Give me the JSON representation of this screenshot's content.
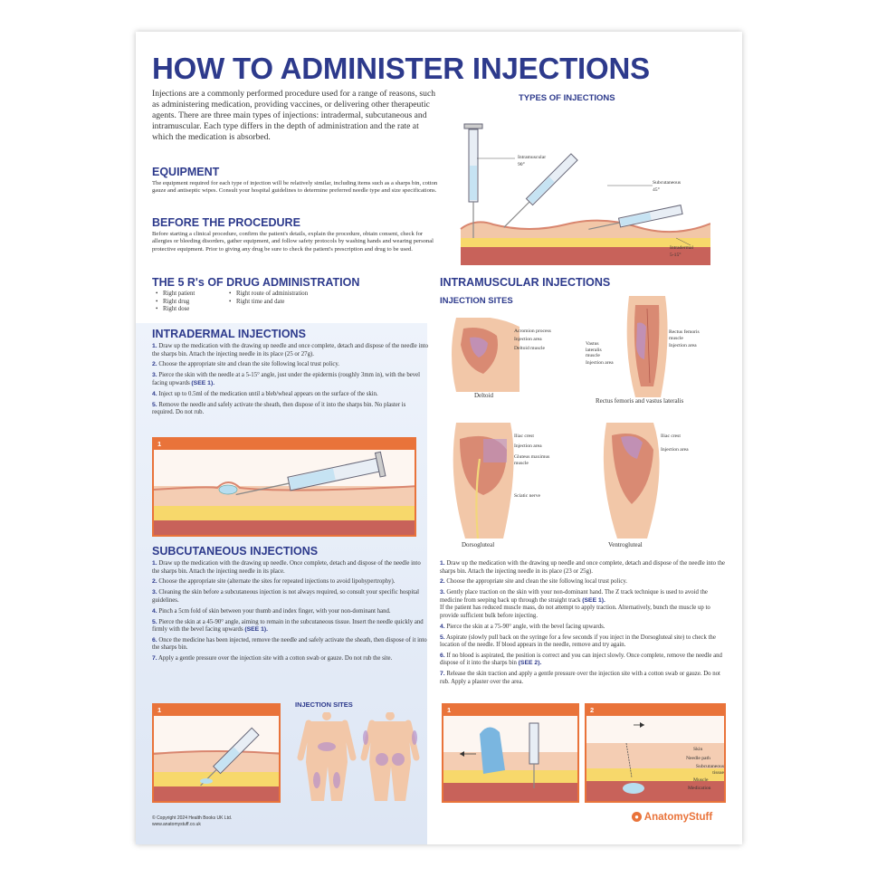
{
  "title": "HOW TO ADMINISTER INJECTIONS",
  "intro": "Injections are a commonly performed procedure used for a range of reasons, such as administering medication, providing vaccines, or delivering other therapeutic agents. There are three main types of injections: intradermal, subcutaneous and intramuscular. Each type differs in the depth of administration and the rate at which the medication is absorbed.",
  "equipment": {
    "heading": "EQUIPMENT",
    "text": "The equipment required for each type of injection will be relatively similar, including items such as a sharps bin, cotton gauze and antiseptic wipes. Consult your hospital guidelines to determine preferred needle type and size specifications."
  },
  "before": {
    "heading": "BEFORE THE PROCEDURE",
    "text": "Before starting a clinical procedure, confirm the patient's details, explain the procedure, obtain consent, check for allergies or bleeding disorders, gather equipment, and follow safety protocols by washing hands and wearing personal protective equipment. Prior to giving any drug be sure to check the patient's prescription and drug to be used."
  },
  "five_rs": {
    "heading": "THE 5 R's OF DRUG ADMINISTRATION",
    "col1": [
      "Right patient",
      "Right drug",
      "Right dose"
    ],
    "col2": [
      "Right route of administration",
      "Right time and date"
    ]
  },
  "types": {
    "heading": "TYPES OF INJECTIONS",
    "im_label": "Intramuscular",
    "im_angle": "90°",
    "sc_label": "Subcutaneous",
    "sc_angle": "45°",
    "id_label": "Intradermal",
    "id_angle": "5-15°"
  },
  "intradermal": {
    "heading": "INTRADERMAL INJECTIONS",
    "steps": [
      {
        "n": "1.",
        "t": "Draw up the medication with the drawing up needle and once complete, detach and dispose of the needle into the sharps bin. Attach the injecting needle in its place (25 or 27g).",
        "see": ""
      },
      {
        "n": "2.",
        "t": "Choose the appropriate site and clean the site following local trust policy.",
        "see": ""
      },
      {
        "n": "3.",
        "t": "Pierce the skin with the needle at a 5-15° angle, just under the epidermis (roughly 3mm in), with the bevel facing upwards",
        "see": "(SEE 1)."
      },
      {
        "n": "4.",
        "t": "Inject up to 0.5ml of the medication until a bleb/wheal appears on the surface of the skin.",
        "see": ""
      },
      {
        "n": "5.",
        "t": "Remove the needle and safely activate the sheath, then dispose of it into the sharps bin. No plaster is required. Do not rub.",
        "see": ""
      }
    ],
    "fig_num": "1"
  },
  "subcutaneous": {
    "heading": "SUBCUTANEOUS INJECTIONS",
    "steps": [
      {
        "n": "1.",
        "t": "Draw up the medication with the drawing up needle. Once complete, detach and dispose of the needle into the sharps bin. Attach the injecting needle in its place.",
        "see": ""
      },
      {
        "n": "2.",
        "t": "Choose the appropriate site (alternate the sites for repeated injections to avoid lipohypertrophy).",
        "see": ""
      },
      {
        "n": "3.",
        "t": "Cleaning the skin before a subcutaneous injection is not always required, so consult your specific hospital guidelines.",
        "see": ""
      },
      {
        "n": "4.",
        "t": "Pinch a 5cm fold of skin between your thumb and index finger, with your non-dominant hand.",
        "see": ""
      },
      {
        "n": "5.",
        "t": "Pierce the skin at a 45-90° angle, aiming to remain in the subcutaneous tissue. Insert the needle quickly and firmly with the bevel facing upwards",
        "see": "(SEE 1)."
      },
      {
        "n": "6.",
        "t": "Once the medicine has been injected, remove the needle and safely activate the sheath, then dispose of it into the sharps bin.",
        "see": ""
      },
      {
        "n": "7.",
        "t": "Apply a gentle pressure over the injection site with a cotton swab or gauze. Do not rub the site.",
        "see": ""
      }
    ],
    "fig_num": "1",
    "sites_heading": "INJECTION SITES"
  },
  "intramuscular": {
    "heading": "INTRAMUSCULAR INJECTIONS",
    "sites_heading": "INJECTION SITES",
    "deltoid": {
      "caption": "Deltoid",
      "l1": "Acromion process",
      "l2": "Injection area",
      "l3": "Deltoid muscle"
    },
    "thigh": {
      "caption": "Rectus femoris and vastus lateralis",
      "l1": "Rectus femoris muscle",
      "l2": "Injection area",
      "l3": "Vastus lateralis muscle",
      "l4": "Injection area"
    },
    "dorso": {
      "caption": "Dorsogluteal",
      "l1": "Iliac crest",
      "l2": "Injection area",
      "l3": "Gluteus maximus muscle",
      "l4": "Sciatic nerve"
    },
    "ventro": {
      "caption": "Ventrogluteal",
      "l1": "Iliac crest",
      "l2": "Injection area"
    },
    "steps": [
      {
        "n": "1.",
        "t": "Draw up the medication with the drawing up needle and once complete, detach and dispose of the needle into the sharps bin. Attach the injecting needle in its place (23 or 25g).",
        "see": ""
      },
      {
        "n": "2.",
        "t": "Choose the appropriate site and clean the site following local trust policy.",
        "see": ""
      },
      {
        "n": "3.",
        "t": "Gently place traction on the skin with your non-dominant hand. The Z track technique is used to avoid the medicine from seeping back up through the straight track",
        "see": "(SEE 1)."
      },
      {
        "n": "",
        "t": "If the patient has reduced muscle mass, do not attempt to apply traction. Alternatively, bunch the muscle up to provide sufficient bulk before injecting.",
        "see": ""
      },
      {
        "n": "4.",
        "t": "Pierce the skin at a 75-90° angle, with the bevel facing upwards.",
        "see": ""
      },
      {
        "n": "5.",
        "t": "Aspirate (slowly pull back on the syringe for a few seconds if you inject in the Dorsogluteal site) to check the location of the needle. If blood appears in the needle, remove and try again.",
        "see": ""
      },
      {
        "n": "6.",
        "t": "If no blood is aspirated, the position is correct and you can inject slowly. Once complete, remove the needle and dispose of it into the sharps bin",
        "see": "(SEE 2)."
      },
      {
        "n": "7.",
        "t": "Release the skin traction and apply a gentle pressure over the injection site with a cotton swab or gauze. Do not rub. Apply a plaster over the area.",
        "see": ""
      }
    ],
    "fig1_num": "1",
    "fig2_num": "2",
    "fig2_labels": [
      "Skin",
      "Needle path",
      "Subcutaneous tissue",
      "Muscle",
      "Medication"
    ]
  },
  "footer": {
    "copyright": "© Copyright 2024 Health Books UK Ltd.",
    "url": "www.anatomystuff.co.uk",
    "logo": "AnatomyStuff"
  },
  "colors": {
    "heading": "#2d3a8c",
    "accent": "#e9733a",
    "skin": "#f2c7a8",
    "fat": "#f7d86b"
  }
}
